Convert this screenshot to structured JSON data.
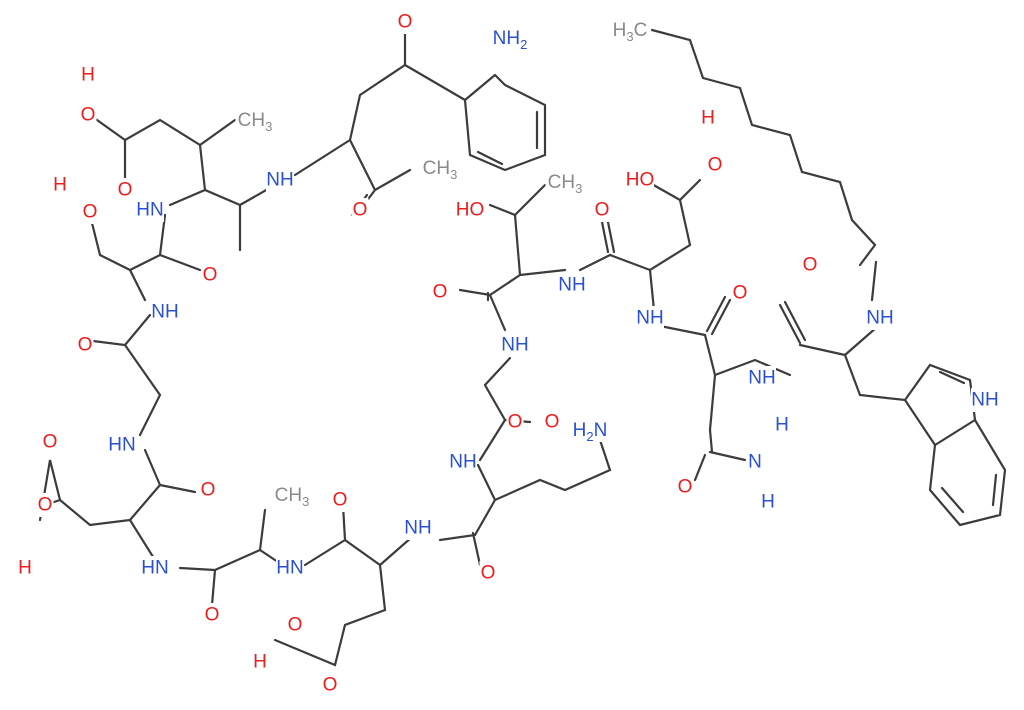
{
  "colors": {
    "bond": "#3c3c3c",
    "O": "#ee1c1c",
    "N": "#2a50d4",
    "C": "#8a8a8a"
  },
  "atoms": [
    {
      "id": "o_ketone",
      "text": "O",
      "el": "O"
    },
    {
      "id": "nh2_top",
      "text": "NH2",
      "el": "N",
      "sub": "2"
    },
    {
      "id": "ch3_tail",
      "text": "H3C",
      "el": "C",
      "pre": "H",
      "sub": "3",
      "post": "C"
    },
    {
      "id": "h_acid1",
      "text": "H",
      "el": "O"
    },
    {
      "id": "o_acid1",
      "text": "O",
      "el": "O"
    },
    {
      "id": "ch3_a",
      "text": "CH3",
      "el": "C",
      "sub": "3"
    },
    {
      "id": "o_acid1b",
      "text": "O",
      "el": "O"
    },
    {
      "id": "ch3_acetyl",
      "text": "CH3",
      "el": "C",
      "sub": "3"
    },
    {
      "id": "o_acetyl",
      "text": "O",
      "el": "O"
    },
    {
      "id": "nh_1",
      "text": "NH",
      "el": "N"
    },
    {
      "id": "h_ser",
      "text": "H",
      "el": "O"
    },
    {
      "id": "o_ser",
      "text": "O",
      "el": "O"
    },
    {
      "id": "hn_2",
      "text": "HN",
      "el": "N"
    },
    {
      "id": "o_a2",
      "text": "O",
      "el": "O"
    },
    {
      "id": "o_a3",
      "text": "O",
      "el": "O"
    },
    {
      "id": "nh_3",
      "text": "NH",
      "el": "N"
    },
    {
      "id": "o_a4",
      "text": "O",
      "el": "O"
    },
    {
      "id": "ho_thr",
      "text": "HO",
      "el": "O"
    },
    {
      "id": "ch3_thr",
      "text": "CH3",
      "el": "C",
      "sub": "3"
    },
    {
      "id": "o_a5",
      "text": "O",
      "el": "O"
    },
    {
      "id": "h_oh2",
      "text": "H",
      "el": "O"
    },
    {
      "id": "ho_2",
      "text": "HO",
      "el": "O"
    },
    {
      "id": "o_2",
      "text": "O",
      "el": "O"
    },
    {
      "id": "o_a6",
      "text": "O",
      "el": "O"
    },
    {
      "id": "nh_4",
      "text": "NH",
      "el": "N"
    },
    {
      "id": "nh_5",
      "text": "NH",
      "el": "N"
    },
    {
      "id": "o_a7",
      "text": "O",
      "el": "O"
    },
    {
      "id": "o_a8",
      "text": "O",
      "el": "O"
    },
    {
      "id": "nh_6",
      "text": "NH",
      "el": "N"
    },
    {
      "id": "nh_7",
      "text": "NH",
      "el": "N"
    },
    {
      "id": "o_a9",
      "text": "O",
      "el": "O"
    },
    {
      "id": "o_a10",
      "text": "O",
      "el": "O"
    },
    {
      "id": "nh_8",
      "text": "NH",
      "el": "N"
    },
    {
      "id": "nh_9",
      "text": "NH",
      "el": "N"
    },
    {
      "id": "nh_indole",
      "text": "NH",
      "el": "N"
    },
    {
      "id": "hn_10",
      "text": "HN",
      "el": "N"
    },
    {
      "id": "h2n_lys",
      "text": "H2N",
      "el": "N",
      "pre": "H",
      "sub": "2",
      "post": "N"
    },
    {
      "id": "o_a11",
      "text": "O",
      "el": "O"
    },
    {
      "id": "h_amide",
      "text": "H",
      "el": "N"
    },
    {
      "id": "n_amide",
      "text": "N",
      "el": "N"
    },
    {
      "id": "h_amide2",
      "text": "H",
      "el": "N"
    },
    {
      "id": "o_asn",
      "text": "O",
      "el": "O"
    },
    {
      "id": "o_asp1",
      "text": "O",
      "el": "O"
    },
    {
      "id": "o_asp1b",
      "text": "O",
      "el": "O"
    },
    {
      "id": "h_asp1",
      "text": "H",
      "el": "O"
    },
    {
      "id": "hn_11",
      "text": "HN",
      "el": "N"
    },
    {
      "id": "o_a12",
      "text": "O",
      "el": "O"
    },
    {
      "id": "ch3_ala",
      "text": "CH3",
      "el": "C",
      "sub": "3"
    },
    {
      "id": "hn_12",
      "text": "HN",
      "el": "N"
    },
    {
      "id": "nh_13",
      "text": "NH",
      "el": "N"
    },
    {
      "id": "o_a13",
      "text": "O",
      "el": "O"
    },
    {
      "id": "o_a14",
      "text": "O",
      "el": "O"
    },
    {
      "id": "nh_14",
      "text": "NH",
      "el": "N"
    },
    {
      "id": "o_a15",
      "text": "O",
      "el": "O"
    },
    {
      "id": "o_a16",
      "text": "O",
      "el": "O"
    },
    {
      "id": "o_asp3",
      "text": "O",
      "el": "O"
    },
    {
      "id": "h_asp3",
      "text": "H",
      "el": "O"
    },
    {
      "id": "o_asp3b",
      "text": "O",
      "el": "O"
    }
  ]
}
